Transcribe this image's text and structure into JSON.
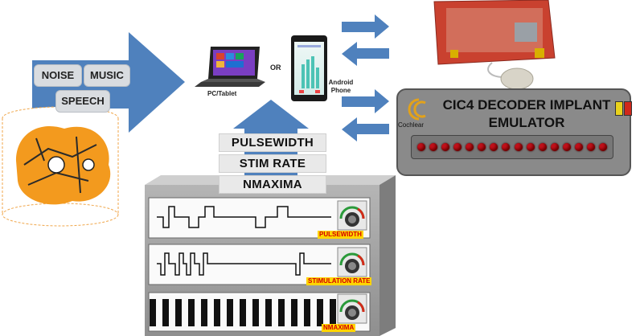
{
  "bubbles": {
    "noise": "NOISE",
    "music": "MUSIC",
    "speech": "SPEECH"
  },
  "devices": {
    "pc_label": "PC/Tablet",
    "or_label": "OR",
    "android_label": "Android Phone"
  },
  "parameters": [
    "PULSEWIDTH",
    "STIM RATE",
    "NMAXIMA"
  ],
  "decoder": {
    "title_line1": "CIC4 DECODER IMPLANT",
    "title_line2": "EMULATOR",
    "brand": "Cochlear",
    "led_count": 16
  },
  "panels": [
    {
      "label": "PULSEWIDTH"
    },
    {
      "label": "STIMULATION RATE"
    },
    {
      "label": "NMAXIMA"
    }
  ],
  "colors": {
    "arrow_blue": "#4f81bd",
    "led_red": "#c0101a",
    "panel_gray": "#9a9a9a",
    "label_yellow": "#ffd500",
    "label_red": "#d40000"
  }
}
